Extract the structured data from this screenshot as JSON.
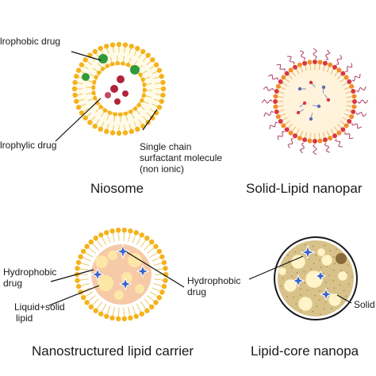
{
  "niosome": {
    "title": "Niosome",
    "label_hydrophobic": "lrophobic drug",
    "label_hydrophilic": "lrophylic drug",
    "label_surfactant_1": "Single chain",
    "label_surfactant_2": "surfactant molecule",
    "label_surfactant_3": "(non ionic)"
  },
  "sln": {
    "title": "Solid-Lipid nanopar"
  },
  "nlc": {
    "title": "Nanostructured lipid carrier",
    "label_hydrophobic_1": "Hydrophobic",
    "label_hydrophobic_2": "drug",
    "label_liquid_1": "Liquid+solid",
    "label_liquid_2": "lipid",
    "label_hydrophobic_drug_1": "Hydrophobic",
    "label_hydrophobic_drug_2": "drug"
  },
  "lcn": {
    "title": "Lipid-core nanopa",
    "label_solid": "Solid"
  },
  "colors": {
    "lipid_head": "#f5b21b",
    "lipid_tail": "#e8c96a",
    "drug_green": "#2f9a3a",
    "drug_red": "#b0243a",
    "nlc_core": "#f6c9a7",
    "drug_blue": "#3a63c9",
    "lcn_core": "#d8c28a",
    "sln_head_red": "#d9373f",
    "sln_head_orange": "#f28c28",
    "sln_wave": "#b34f72"
  }
}
